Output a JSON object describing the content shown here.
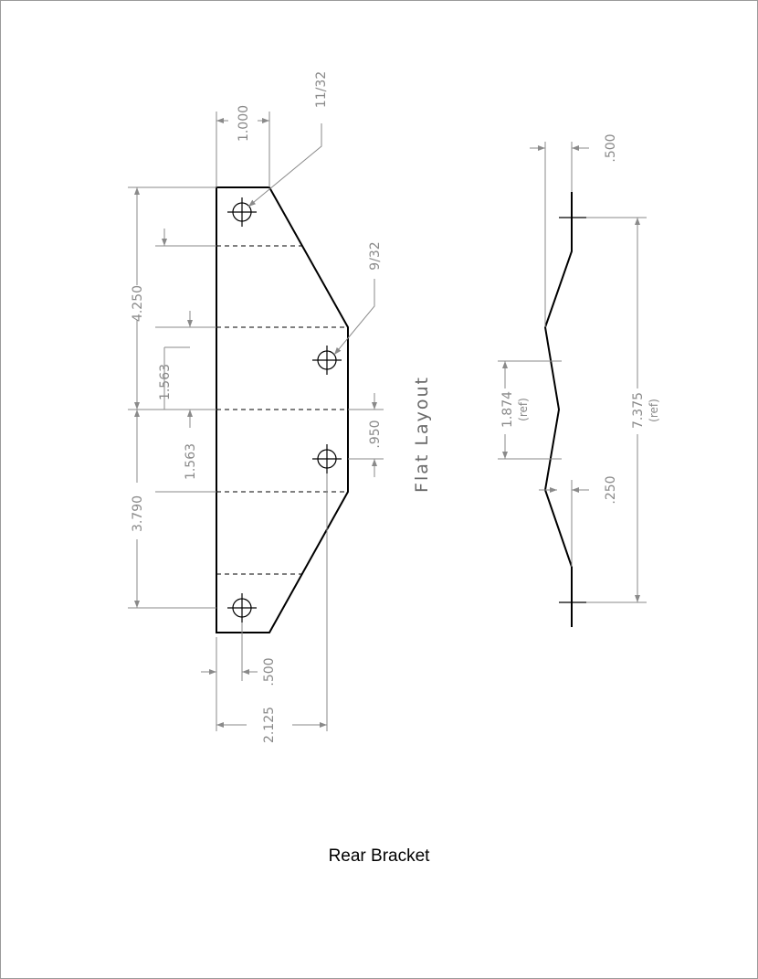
{
  "drawing": {
    "flat_title": "Flat Layout",
    "dims": {
      "d_1000": "1.000",
      "d_1132": "11/32",
      "d_932": "9/32",
      "d_4250": "4.250",
      "d_1563a": "1.563",
      "d_1563b": "1.563",
      "d_3790": "3.790",
      "d_950": ".950",
      "d_500_bottom": ".500",
      "d_2125": "2.125",
      "d_500_side": ".500",
      "d_1874": "1.874",
      "d_1874_ref": "(ref)",
      "d_7375": "7.375",
      "d_7375_ref": "(ref)",
      "d_250": ".250"
    },
    "colors": {
      "outline": "#000000",
      "dimension": "#8a8a8a"
    }
  },
  "caption": "Rear Bracket"
}
